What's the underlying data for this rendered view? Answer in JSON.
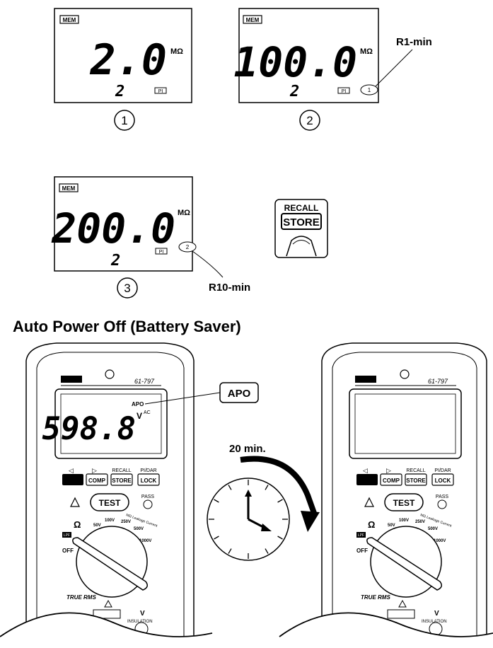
{
  "lcd_panels": [
    {
      "mem": "MEM",
      "reading": "2.0",
      "unit": "MΩ",
      "minutes": "2",
      "pi": "PI",
      "step": "1"
    },
    {
      "mem": "MEM",
      "reading": "100.0",
      "unit": "MΩ",
      "minutes": "2",
      "pi": "PI",
      "step": "2",
      "marker": "1",
      "callout": "R1-min"
    },
    {
      "mem": "MEM",
      "reading": "200.0",
      "unit": "MΩ",
      "minutes": "2",
      "pi": "PI",
      "step": "3",
      "marker": "2",
      "callout": "R10-min"
    }
  ],
  "recall_button": {
    "top": "RECALL",
    "main": "STORE"
  },
  "section_title": "Auto Power Off (Battery Saver)",
  "meter": {
    "model": "61-797",
    "apo_indicator": "APO",
    "apo_callout": "APO",
    "display_value": "598.8",
    "display_unit": "V",
    "display_ac": "AC",
    "buttons": [
      "COMP",
      "STORE",
      "LOCK"
    ],
    "button_captions": [
      "RECALL",
      "PI/DAR"
    ],
    "test": "TEST",
    "pass": "PASS",
    "dial_labels": [
      "50V",
      "100V",
      "250V",
      "500V",
      "1000V"
    ],
    "off": "OFF",
    "lpf": "LPF",
    "leakage": "MΩ Leakage Current",
    "true_rms": "TRUE RMS",
    "insulation": "INSULATION",
    "v": "V",
    "ohm": "Ω"
  },
  "timer": {
    "label": "20 min."
  }
}
